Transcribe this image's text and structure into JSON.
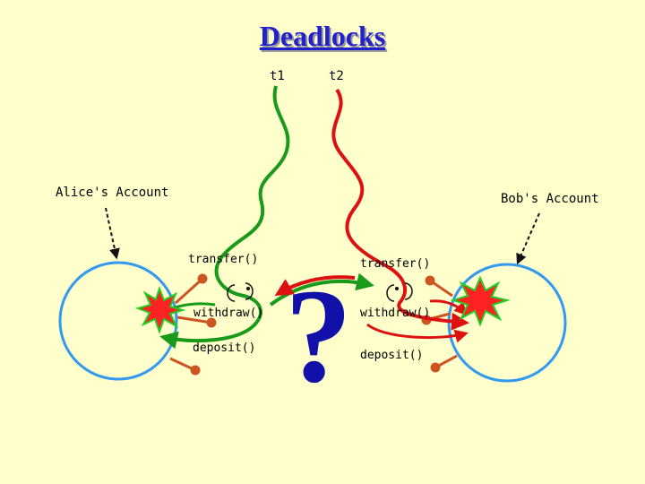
{
  "title": "Deadlocks",
  "threads": {
    "t1": "t1",
    "t2": "t2"
  },
  "accounts": {
    "alice": "Alice's Account",
    "bob": "Bob's Account"
  },
  "alice_methods": {
    "transfer": "transfer()",
    "withdraw": "withdraw()",
    "deposit": "deposit()"
  },
  "bob_methods": {
    "transfer": "transfer()",
    "withdraw": "withdraw()",
    "deposit": "deposit()"
  },
  "question_mark": "?",
  "colors": {
    "background": "#ffffcc",
    "title": "#2222cc",
    "thread_t1": "#1a9a1a",
    "thread_t2": "#dd1111",
    "account_circle": "#3399ee",
    "method_stub": "#cc5522",
    "lock_burst_fill": "#ff2222",
    "lock_burst_outline": "#22cc22"
  },
  "icons": {
    "lock_burst": "starburst-icon",
    "moon_face": "moon-face-icon"
  }
}
